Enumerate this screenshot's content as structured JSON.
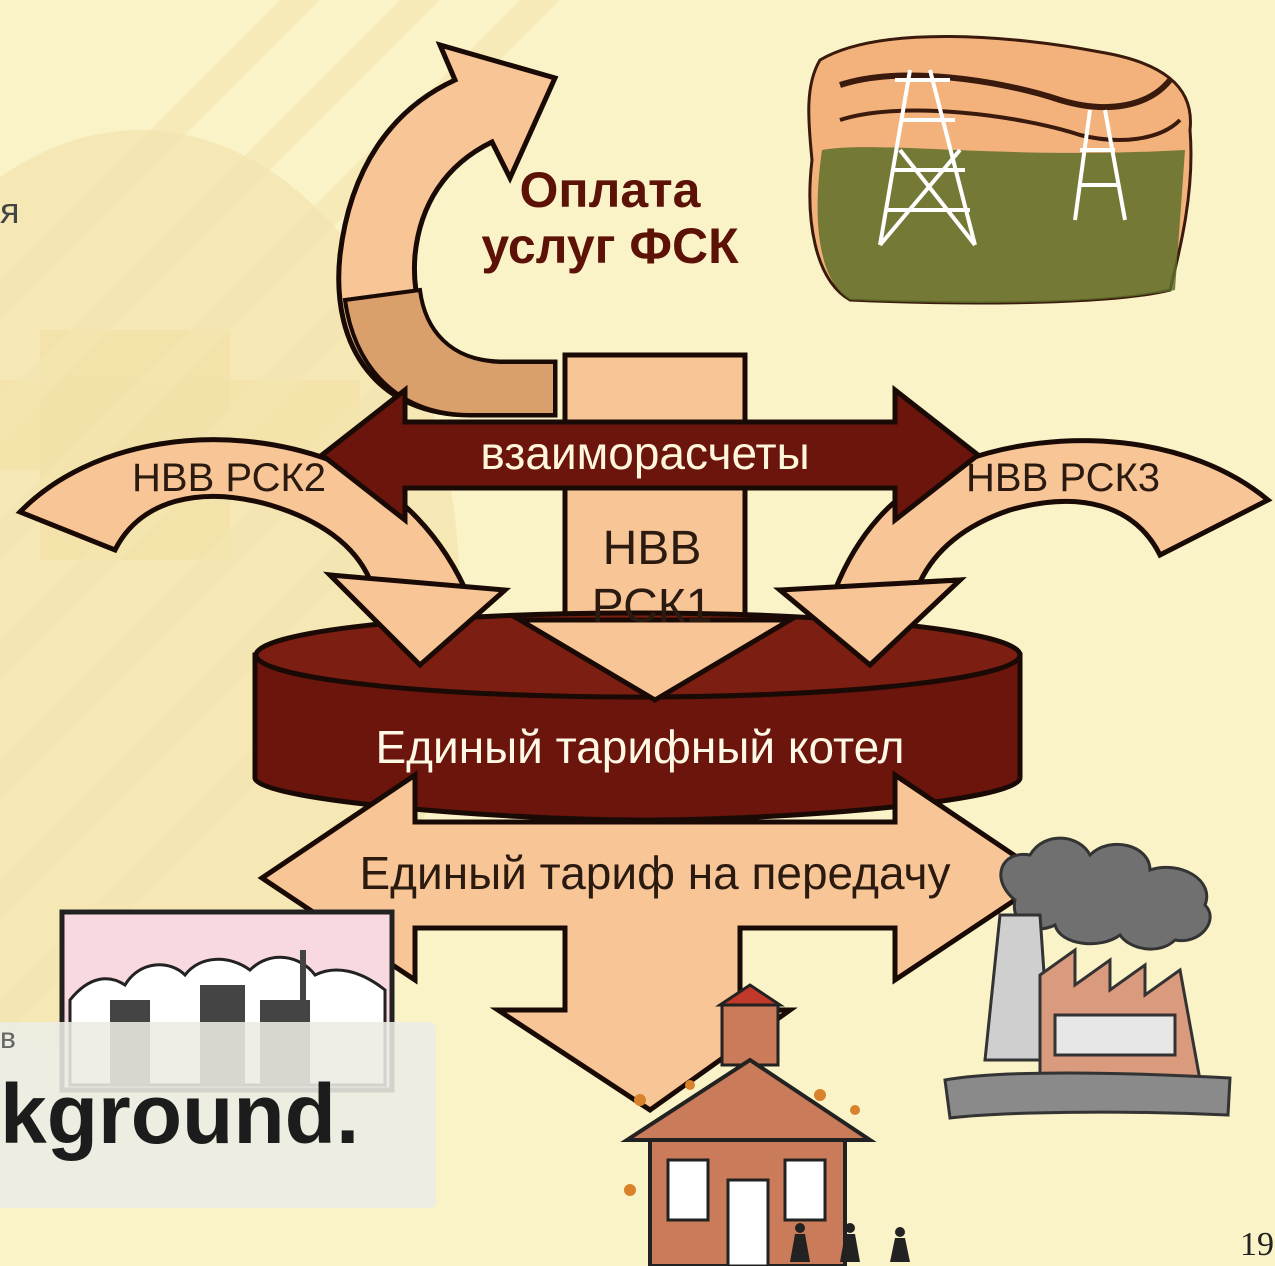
{
  "diagram": {
    "payment_line1": "Оплата",
    "payment_line2": "услуг ФСК",
    "mutual_settlements": "взаиморасчеты",
    "nvv_rsk2": "НВВ РСК2",
    "nvv_rsk3": "НВВ РСК3",
    "nvv_rsk1_line1": "НВВ",
    "nvv_rsk1_line2": "РСК1",
    "boiler": "Единый тарифный котел",
    "tariff": "Единый тариф на передачу"
  },
  "slide": {
    "page_number": "19",
    "left_fragment_top": "я",
    "left_fragment_bottom": "в"
  },
  "overlay": {
    "caption": "kground."
  },
  "colors": {
    "background": "#fbf3c8",
    "arrow_light": "#f7c596",
    "arrow_dark": "#6b150c",
    "outline": "#1a0a05"
  },
  "icons": [
    "power-lines-picture",
    "city-buildings-picture",
    "factory-picture",
    "school-house-picture"
  ]
}
